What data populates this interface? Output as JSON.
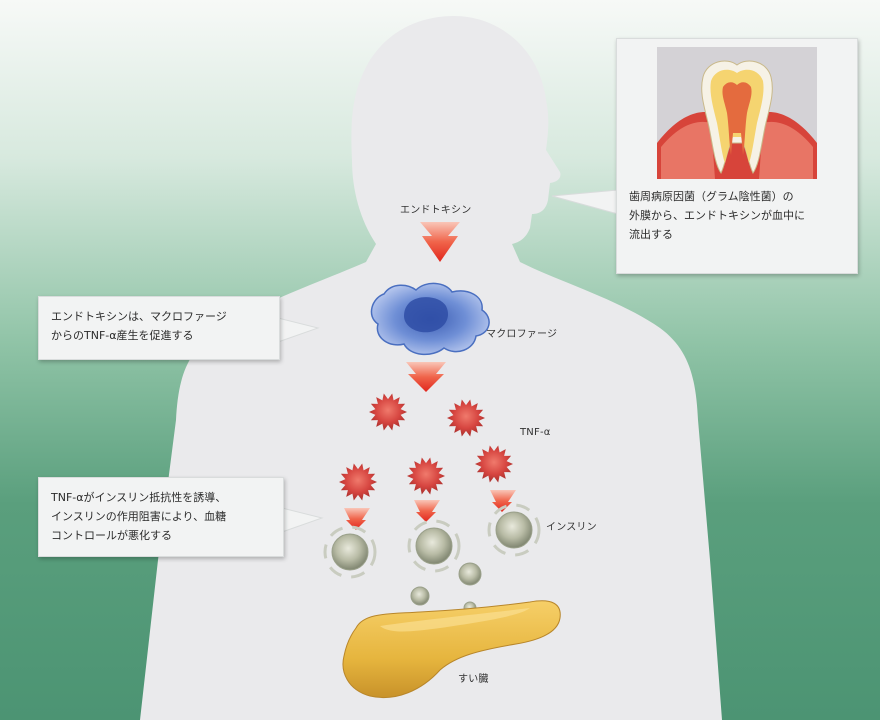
{
  "labels": {
    "endotoxin": "エンドトキシン",
    "macrophage": "マクロファージ",
    "tnf": "TNF-α",
    "insulin": "インスリン",
    "pancreas": "すい臓"
  },
  "callouts": {
    "periodontal": [
      "歯周病原因菌（グラム陰性菌）の",
      "外膜から、エンドトキシンが血中に",
      "流出する"
    ],
    "endotoxin_macrophage": [
      "エンドトキシンは、マクロファージ",
      "からのTNF-α産生を促進する"
    ],
    "tnf_insulin": [
      "TNF-αがインスリン抵抗性を誘導、",
      "インスリンの作用阻害により、血糖",
      "コントロールが悪化する"
    ]
  },
  "colors": {
    "background_top": "#f7f9f7",
    "background_bottom": "#4c9473",
    "body_silhouette": "#eaeaec",
    "arrow_red": "#e8342a",
    "macrophage_blue": "#4a6fc0",
    "tnf_red": "#d64540",
    "insulin_gray": "#b9bca6",
    "pancreas_yellow": "#e6b53e",
    "tooth_crown": "#f5d470",
    "gum_red": "#d7443a"
  }
}
